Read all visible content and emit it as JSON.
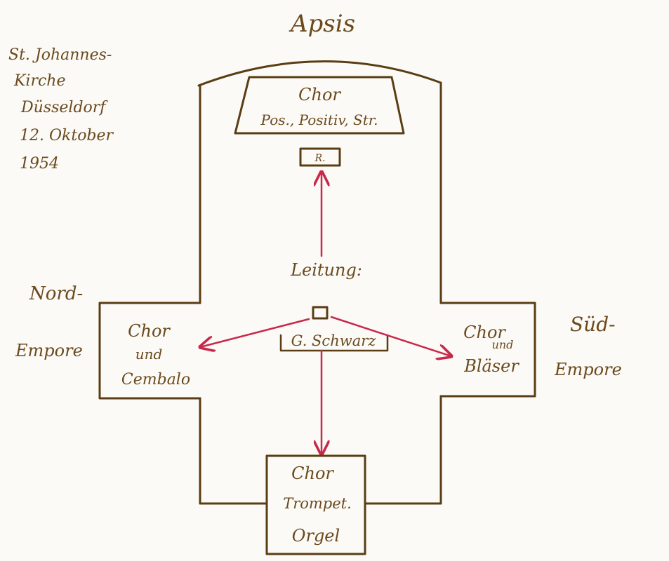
{
  "title": "Apsis",
  "caption": [
    "St. Johannes-",
    "Kirche",
    "Düsseldorf",
    "12. Oktober",
    "1954"
  ],
  "apse_choir": {
    "line1": "Chor",
    "line2": "Pos., Positiv, Str."
  },
  "small_box": "R.",
  "leitung": {
    "label": "Leitung:",
    "name": "G. Schwarz"
  },
  "nord": {
    "label_line1": "Nord-",
    "label_line2": "Empore",
    "choir": "Chor",
    "und": "und",
    "instrument": "Cembalo"
  },
  "sued": {
    "label_line1": "Süd-",
    "label_line2": "Empore",
    "choir": "Chor",
    "und": "und",
    "instrument": "Bläser"
  },
  "bottom": {
    "choir": "Chor",
    "line2": "Trompet.",
    "line3": "Orgel"
  },
  "colors": {
    "ink": "#5a3d14",
    "text": "#6b4a1e",
    "arrow": "#c8284a",
    "paper": "#fbfaf6"
  }
}
